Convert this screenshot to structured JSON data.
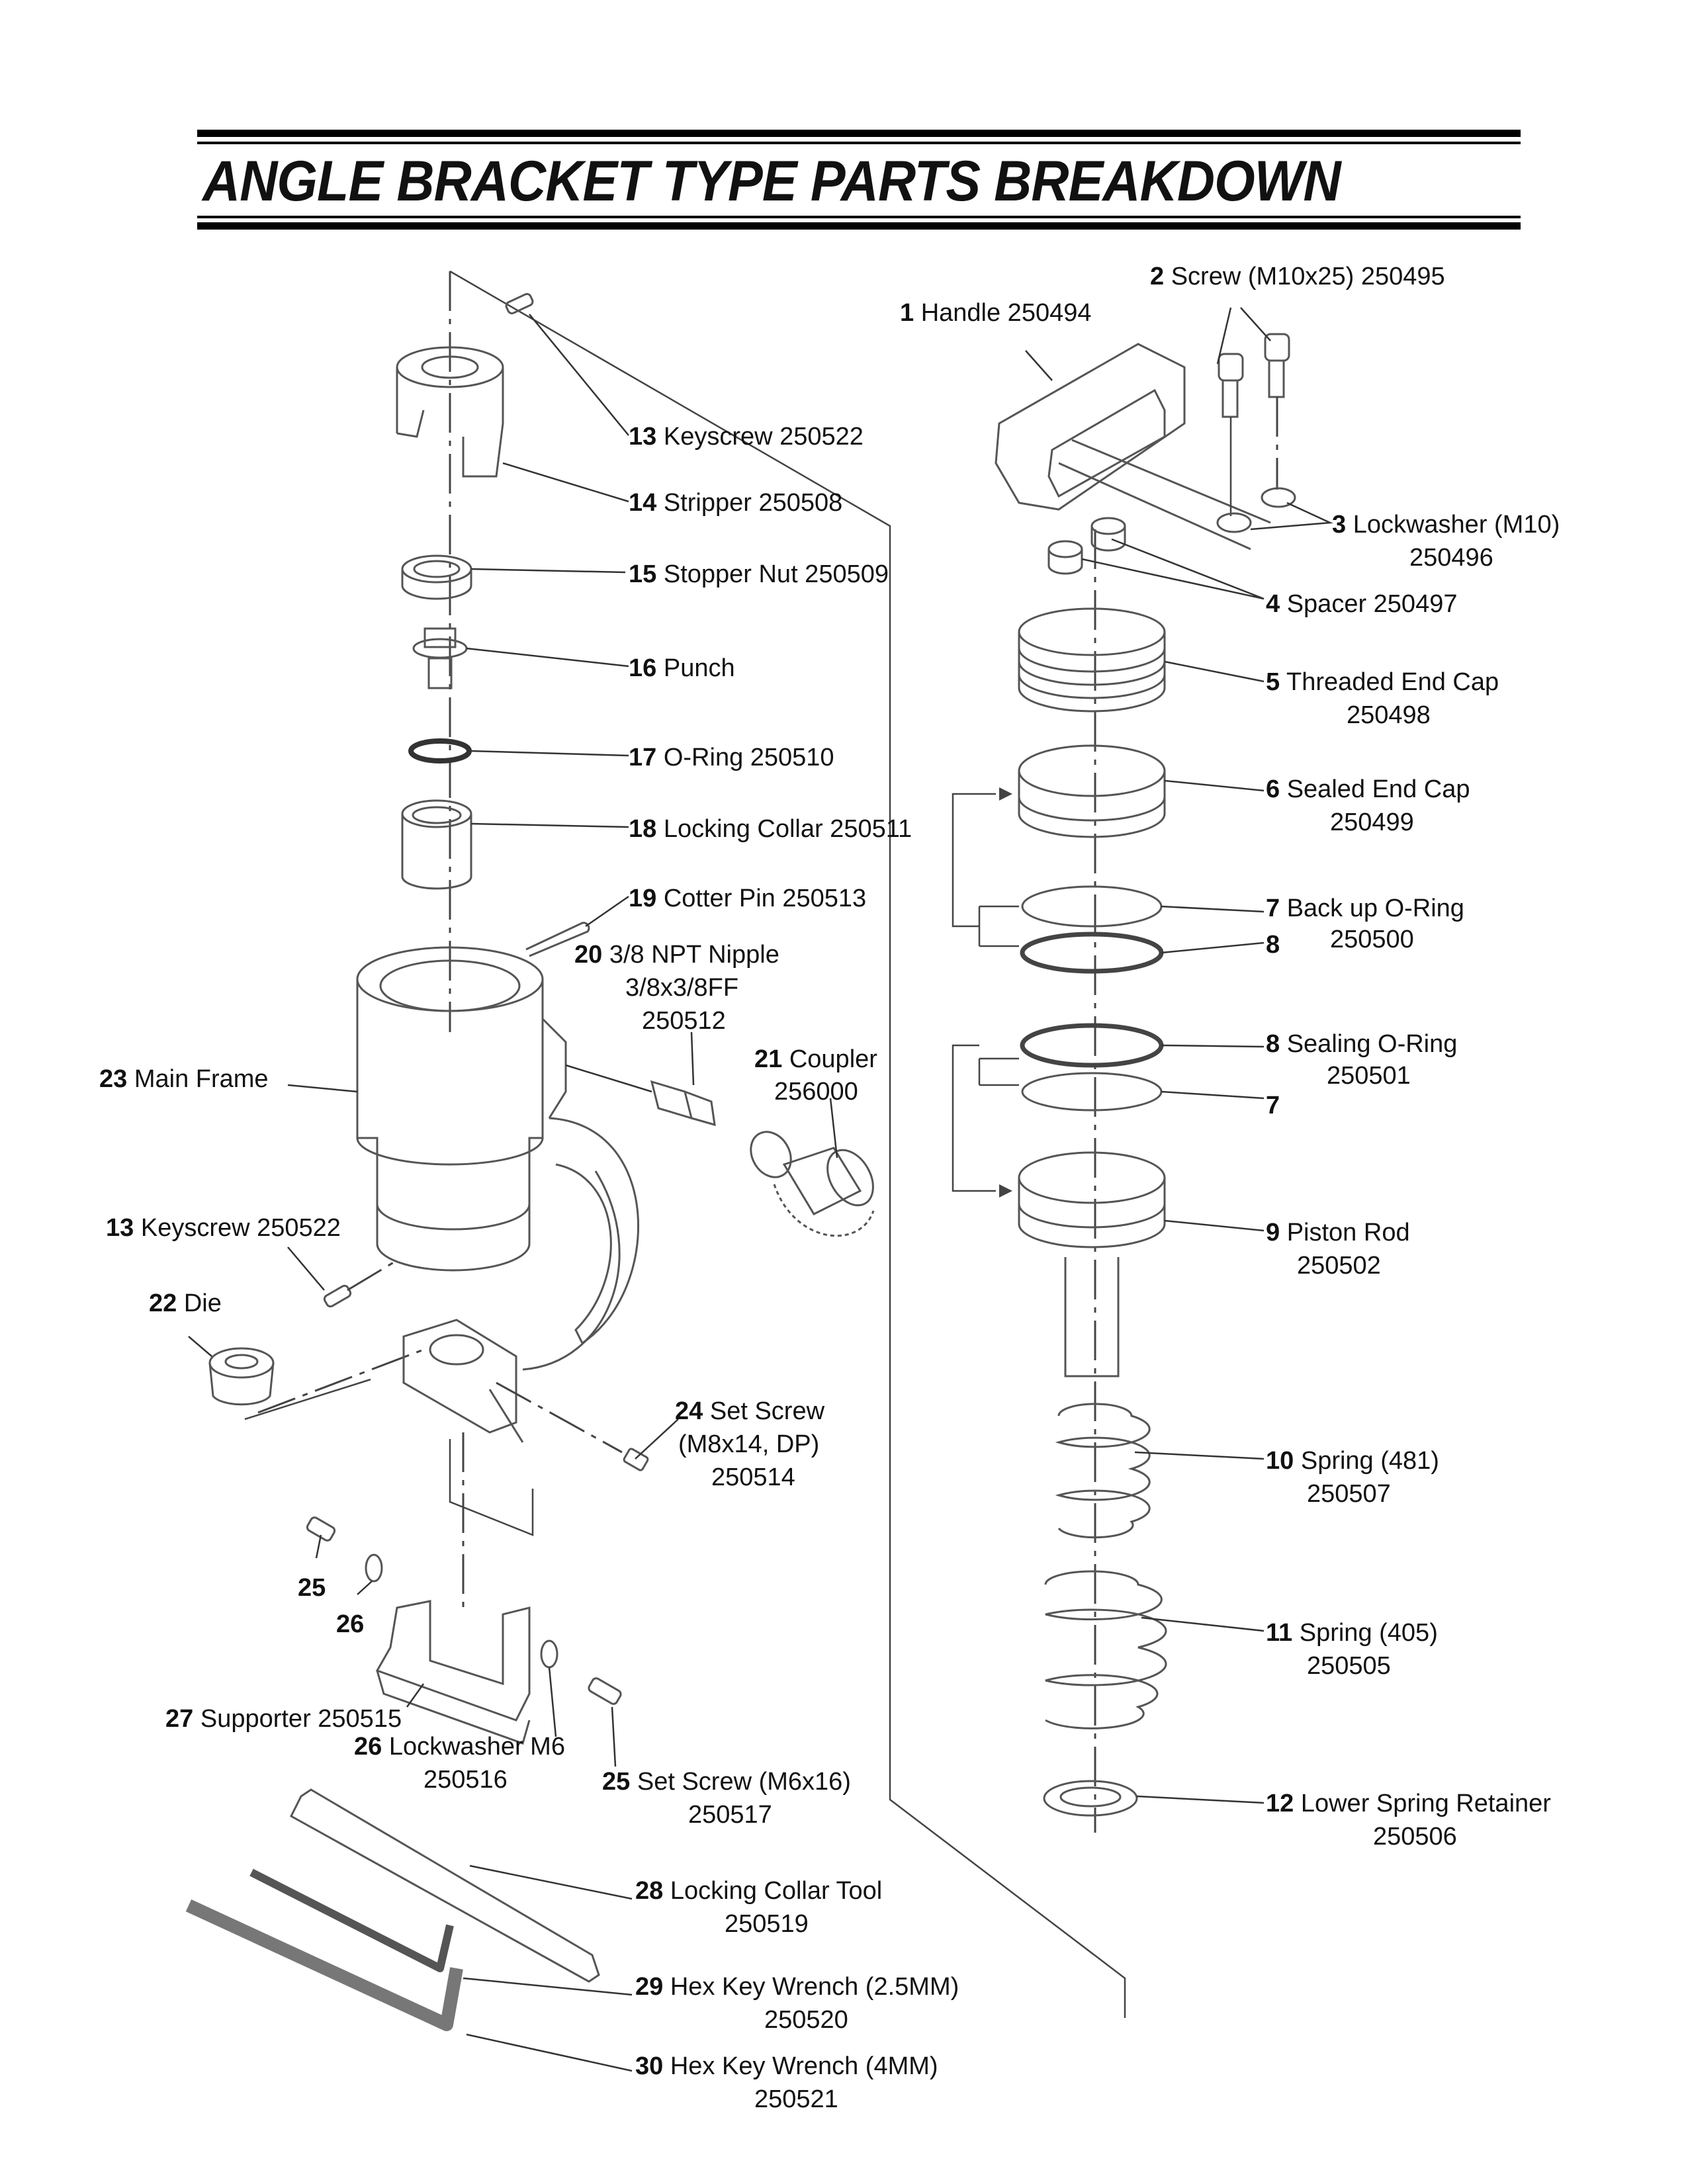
{
  "page": {
    "title": "ANGLE BRACKET TYPE PARTS BREAKDOWN"
  },
  "parts": [
    {
      "no": "1",
      "name": "Handle 250494"
    },
    {
      "no": "2",
      "name": "Screw (M10x25) 250495"
    },
    {
      "no": "3",
      "name": "Lockwasher (M10)",
      "part_no": "250496"
    },
    {
      "no": "4",
      "name": "Spacer 250497"
    },
    {
      "no": "5",
      "name": "Threaded End Cap",
      "part_no": "250498"
    },
    {
      "no": "6",
      "name": "Sealed End Cap",
      "part_no": "250499"
    },
    {
      "no": "7",
      "name": "Back up O-Ring",
      "part_no": "250500"
    },
    {
      "no": "8",
      "name": "",
      "part_no": ""
    },
    {
      "no": "8",
      "name": "Sealing O-Ring",
      "part_no": "250501"
    },
    {
      "no": "7",
      "name": "",
      "part_no": ""
    },
    {
      "no": "9",
      "name": "Piston Rod",
      "part_no": "250502"
    },
    {
      "no": "10",
      "name": "Spring (481)",
      "part_no": "250507"
    },
    {
      "no": "11",
      "name": "Spring (405)",
      "part_no": "250505"
    },
    {
      "no": "12",
      "name": "Lower Spring Retainer",
      "part_no": "250506"
    },
    {
      "no": "13",
      "name": "Keyscrew 250522"
    },
    {
      "no": "14",
      "name": "Stripper 250508"
    },
    {
      "no": "15",
      "name": "Stopper Nut 250509"
    },
    {
      "no": "16",
      "name": "Punch"
    },
    {
      "no": "17",
      "name": "O-Ring 250510"
    },
    {
      "no": "18",
      "name": "Locking Collar 250511"
    },
    {
      "no": "19",
      "name": "Cotter Pin 250513"
    },
    {
      "no": "20",
      "name": "3/8 NPT Nipple",
      "line2": "3/8x3/8FF",
      "part_no": "250512"
    },
    {
      "no": "21",
      "name": "Coupler",
      "part_no": "256000"
    },
    {
      "no": "23",
      "name": "Main Frame"
    },
    {
      "no": "13",
      "name": "Keyscrew 250522"
    },
    {
      "no": "22",
      "name": "Die"
    },
    {
      "no": "24",
      "name": "Set Screw",
      "line2": "(M8x14, DP)",
      "part_no": "250514"
    },
    {
      "no": "25",
      "name": ""
    },
    {
      "no": "26",
      "name": ""
    },
    {
      "no": "27",
      "name": "Supporter 250515"
    },
    {
      "no": "26",
      "name": "Lockwasher M6",
      "part_no": "250516"
    },
    {
      "no": "25",
      "name": "Set Screw (M6x16)",
      "part_no": "250517"
    },
    {
      "no": "28",
      "name": "Locking Collar Tool",
      "part_no": "250519"
    },
    {
      "no": "29",
      "name": "Hex Key Wrench (2.5MM)",
      "part_no": "250520"
    },
    {
      "no": "30",
      "name": "Hex Key Wrench (4MM)",
      "part_no": "250521"
    }
  ]
}
